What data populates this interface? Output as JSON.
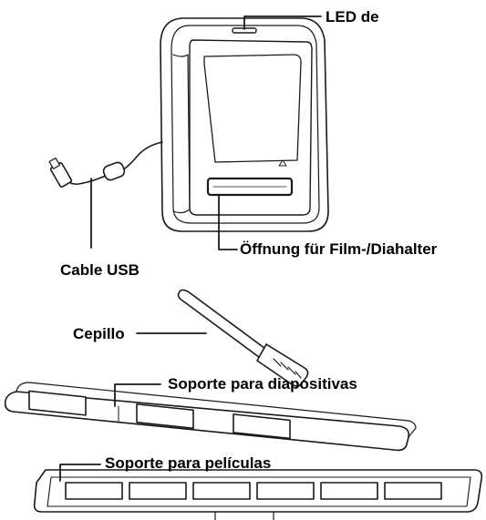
{
  "labels": {
    "led": "LED de",
    "usb": "Cable USB",
    "opening": "Öffnung für Film-/Diahalter",
    "brush": "Cepillo",
    "slide_holder": "Soporte para diapositivas",
    "film_holder": "Soporte para películas"
  },
  "colors": {
    "line": "#1a1a1a",
    "background": "#ffffff"
  }
}
